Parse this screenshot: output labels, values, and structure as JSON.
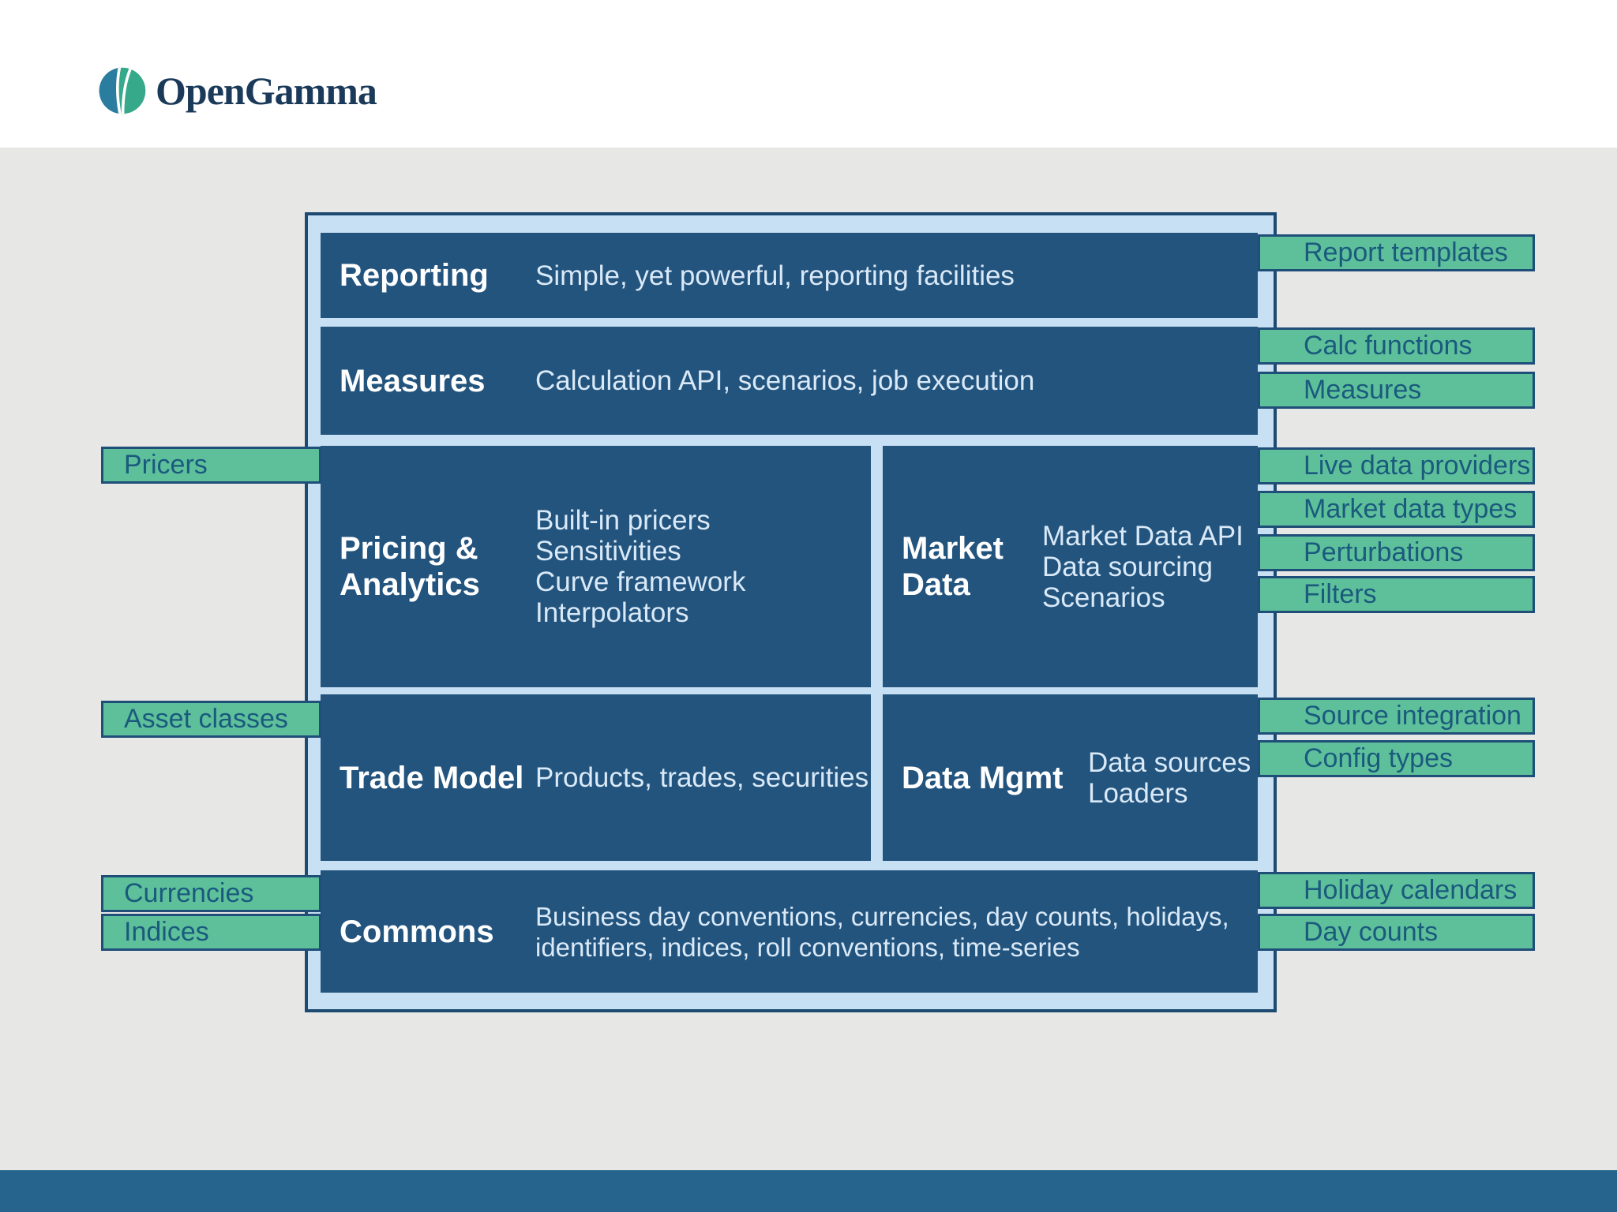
{
  "logo": {
    "text": "OpenGamma",
    "text_color": "#1b3a5a",
    "mark_blue": "#2b7da0",
    "mark_green": "#35a98a"
  },
  "colors": {
    "frame_fill": "#c7e0f4",
    "frame_border": "#1d4a70",
    "box_fill": "#23547e",
    "tag_fill": "#5ec09b",
    "tag_border": "#1f4e79",
    "tag_text": "#1a5a7d",
    "footer_bar": "#26648e",
    "page_gray": "#e7e8e6"
  },
  "boxes": {
    "reporting": {
      "title": "Reporting",
      "desc": "Simple, yet powerful, reporting facilities"
    },
    "measures": {
      "title": "Measures",
      "desc": "Calculation API, scenarios, job execution"
    },
    "pricing": {
      "title": "Pricing &\nAnalytics",
      "desc": "Built-in pricers\nSensitivities\nCurve framework\nInterpolators"
    },
    "market_data": {
      "title": "Market\nData",
      "desc": "Market Data API\nData sourcing\nScenarios"
    },
    "trade_model": {
      "title": "Trade Model",
      "desc": "Products, trades, securities"
    },
    "data_mgmt": {
      "title": "Data Mgmt",
      "desc": "Data sources\nLoaders"
    },
    "commons": {
      "title": "Commons",
      "desc": "Business day conventions, currencies, day counts, holidays,\nidentifiers, indices, roll conventions, time-series"
    }
  },
  "left_tags": [
    {
      "label": "Pricers"
    },
    {
      "label": "Asset classes"
    },
    {
      "label": "Currencies"
    },
    {
      "label": "Indices"
    }
  ],
  "right_tags": [
    {
      "label": "Report templates"
    },
    {
      "label": "Calc functions"
    },
    {
      "label": "Measures"
    },
    {
      "label": "Live data providers"
    },
    {
      "label": "Market data types"
    },
    {
      "label": "Perturbations"
    },
    {
      "label": "Filters"
    },
    {
      "label": "Source integration"
    },
    {
      "label": "Config types"
    },
    {
      "label": "Holiday calendars"
    },
    {
      "label": "Day counts"
    }
  ]
}
